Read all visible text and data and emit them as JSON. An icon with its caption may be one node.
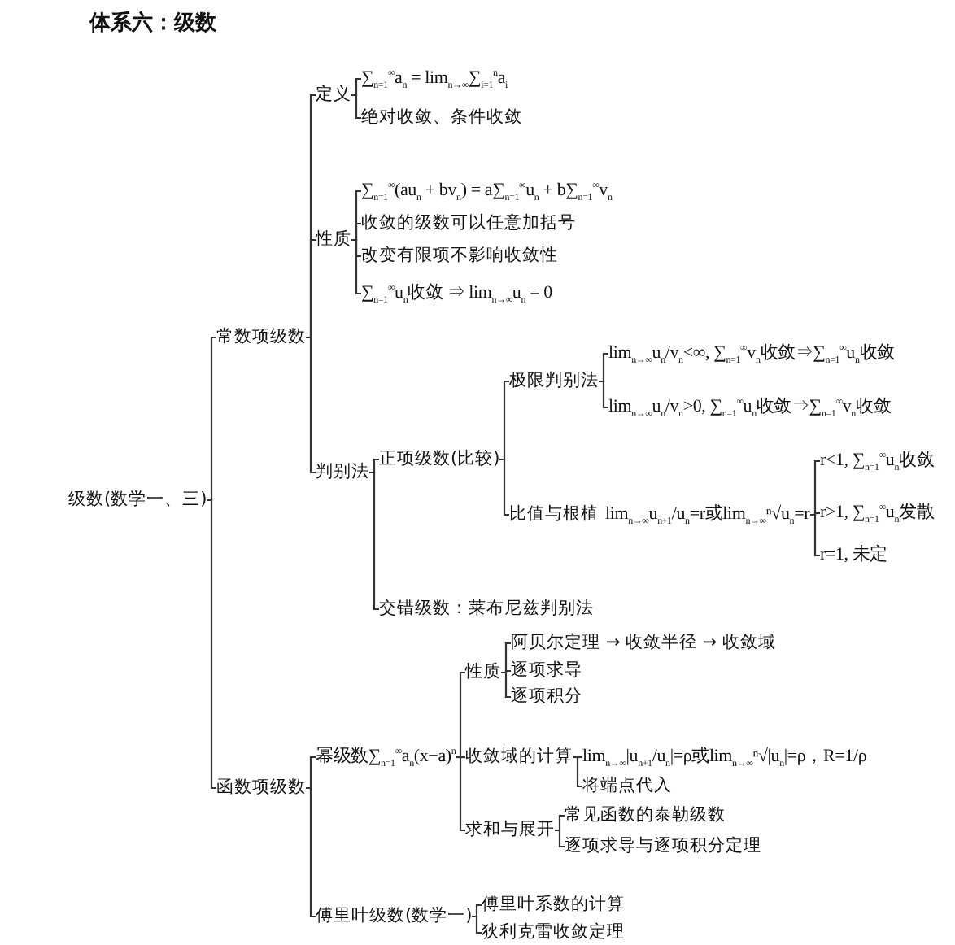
{
  "diagram": {
    "title": "体系六：级数",
    "nodes": [
      {
        "text": [
          "级数(数学一、三)"
        ]
      },
      {
        "text": [
          "常数项级数"
        ]
      },
      {
        "text": [
          "定义"
        ]
      },
      {
        "text": [
          "∑$_{n=1}$$^{∞}$a$_{n}$ = lim$_{n→∞}$∑$_{i=1}$$^{n}$a$_{i}$"
        ]
      },
      {
        "text": [
          "绝对收敛、条件收敛"
        ]
      },
      {
        "text": [
          "性质"
        ]
      },
      {
        "text": [
          "∑$_{n=1}$$^{∞}$(au$_{n}$ + bv$_{n}$) = a∑$_{n=1}$$^{∞}$u$_{n}$ + b∑$_{n=1}$$^{∞}$v$_{n}$"
        ]
      },
      {
        "text": [
          "收敛的级数可以任意加括号"
        ]
      },
      {
        "text": [
          "改变有限项不影响收敛性"
        ]
      },
      {
        "text": [
          "∑$_{n=1}$$^{∞}$u$_{n}$收敛 ⇒ lim$_{n→∞}$u$_{n}$ = 0"
        ]
      },
      {
        "text": [
          "判别法"
        ]
      },
      {
        "text": [
          "正项级数(比较)"
        ]
      },
      {
        "text": [
          "极限判别法"
        ]
      },
      {
        "text": [
          "lim$_{n→∞}$u$_{n}$/v$_{n}$<∞, ∑$_{n=1}$$^{∞}$v$_{n}$收敛⇒∑$_{n=1}$$^{∞}$u$_{n}$收敛"
        ]
      },
      {
        "text": [
          "lim$_{n→∞}$u$_{n}$/v$_{n}$>0, ∑$_{n=1}$$^{∞}$u$_{n}$收敛⇒∑$_{n=1}$$^{∞}$v$_{n}$收敛"
        ]
      },
      {
        "text": [
          "比值与根植",
          "lim$_{n→∞}$u$_{n+1}$/u$_{n}$=r或lim$_{n→∞}$ⁿ√u$_{n}$=r"
        ]
      },
      {
        "text": [
          "r<1, ∑$_{n=1}$$^{∞}$u$_{n}$收敛"
        ]
      },
      {
        "text": [
          "r>1, ∑$_{n=1}$$^{∞}$u$_{n}$发散"
        ]
      },
      {
        "text": [
          "r=1, 未定"
        ]
      },
      {
        "text": [
          "交错级数：莱布尼兹判别法"
        ]
      },
      {
        "text": [
          "函数项级数"
        ]
      },
      {
        "text": [
          "幂级数∑$_{n=1}$$^{∞}$a$_{n}$(x−a)$^{n}$"
        ]
      },
      {
        "text": [
          "性质"
        ]
      },
      {
        "text": [
          "阿贝尔定理 → 收敛半径 → 收敛域"
        ]
      },
      {
        "text": [
          "逐项求导"
        ]
      },
      {
        "text": [
          "逐项积分"
        ]
      },
      {
        "text": [
          "收敛域的计算"
        ]
      },
      {
        "text": [
          "lim$_{n→∞}$|u$_{n+1}$/u$_{n}$|=ρ或lim$_{n→∞}$ⁿ√|u$_{n}$|=ρ，R=1/ρ"
        ]
      },
      {
        "text": [
          "将端点代入"
        ]
      },
      {
        "text": [
          "求和与展开"
        ]
      },
      {
        "text": [
          "常见函数的泰勒级数"
        ]
      },
      {
        "text": [
          "逐项求导与逐项积分定理"
        ]
      },
      {
        "text": [
          "傅里叶级数(数学一)"
        ]
      },
      {
        "text": [
          "傅里叶系数的计算"
        ]
      },
      {
        "text": [
          "狄利克雷收敛定理"
        ]
      }
    ],
    "edges": [
      {
        "from": 0,
        "to": 1,
        "arrow": "none"
      },
      {
        "from": 0,
        "to": 20,
        "arrow": "none"
      },
      {
        "from": 1,
        "to": 2,
        "arrow": "none"
      },
      {
        "from": 1,
        "to": 5,
        "arrow": "none"
      },
      {
        "from": 1,
        "to": 10,
        "arrow": "none"
      },
      {
        "from": 2,
        "to": 3,
        "arrow": "none"
      },
      {
        "from": 2,
        "to": 4,
        "arrow": "none"
      },
      {
        "from": 5,
        "to": 6,
        "arrow": "none"
      },
      {
        "from": 5,
        "to": 7,
        "arrow": "none"
      },
      {
        "from": 5,
        "to": 8,
        "arrow": "none"
      },
      {
        "from": 5,
        "to": 9,
        "arrow": "none"
      },
      {
        "from": 10,
        "to": 11,
        "arrow": "none"
      },
      {
        "from": 10,
        "to": 19,
        "arrow": "none"
      },
      {
        "from": 11,
        "to": 12,
        "arrow": "none"
      },
      {
        "from": 11,
        "to": 15,
        "arrow": "none"
      },
      {
        "from": 12,
        "to": 13,
        "arrow": "none"
      },
      {
        "from": 12,
        "to": 14,
        "arrow": "none"
      },
      {
        "from": 15,
        "to": 16,
        "arrow": "none"
      },
      {
        "from": 15,
        "to": 17,
        "arrow": "none"
      },
      {
        "from": 15,
        "to": 18,
        "arrow": "none"
      },
      {
        "from": 20,
        "to": 21,
        "arrow": "none"
      },
      {
        "from": 20,
        "to": 32,
        "arrow": "none"
      },
      {
        "from": 21,
        "to": 22,
        "arrow": "none"
      },
      {
        "from": 21,
        "to": 26,
        "arrow": "none"
      },
      {
        "from": 21,
        "to": 29,
        "arrow": "none"
      },
      {
        "from": 22,
        "to": 23,
        "arrow": "none"
      },
      {
        "from": 22,
        "to": 24,
        "arrow": "none"
      },
      {
        "from": 22,
        "to": 25,
        "arrow": "none"
      },
      {
        "from": 26,
        "to": 27,
        "arrow": "none"
      },
      {
        "from": 26,
        "to": 28,
        "arrow": "none"
      },
      {
        "from": 29,
        "to": 30,
        "arrow": "none"
      },
      {
        "from": 29,
        "to": 31,
        "arrow": "none"
      },
      {
        "from": 32,
        "to": 33,
        "arrow": "none"
      },
      {
        "from": 32,
        "to": 34,
        "arrow": "none"
      }
    ]
  }
}
